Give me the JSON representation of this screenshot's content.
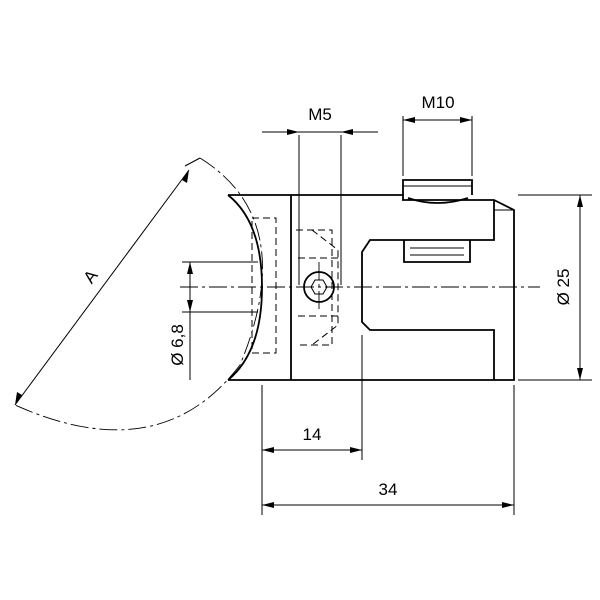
{
  "dimensions": {
    "thread_small": "M5",
    "thread_large": "M10",
    "diameter_body": "Ø 25",
    "diameter_hole": "Ø 6,8",
    "length_short": "14",
    "length_total": "34",
    "angle_label": "A"
  }
}
